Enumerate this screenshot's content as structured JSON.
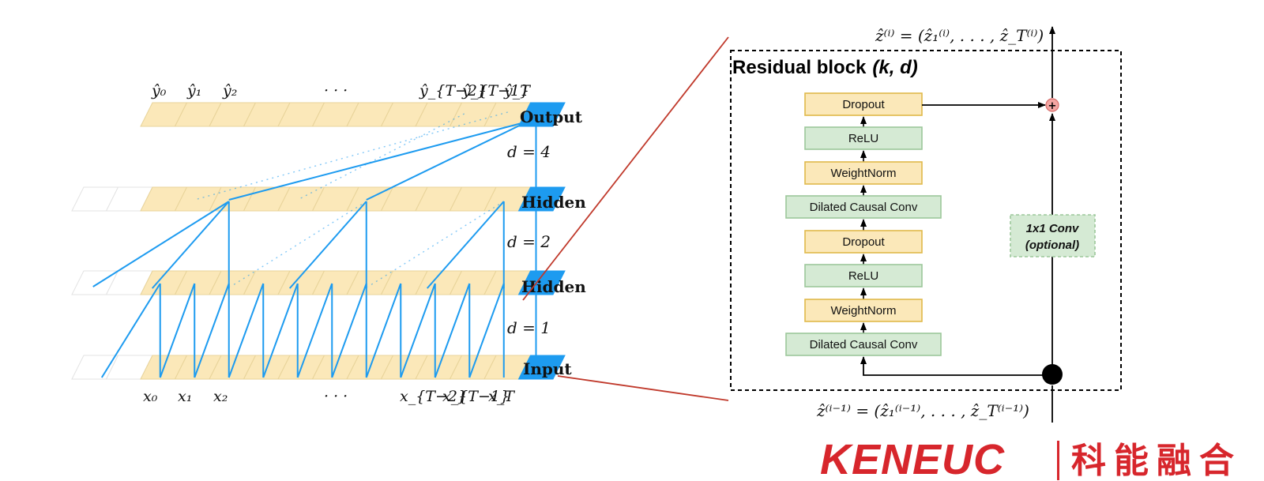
{
  "tcn": {
    "layers": {
      "output": "Output",
      "hidden_upper": "Hidden",
      "hidden_lower": "Hidden",
      "input": "Input"
    },
    "dilations": {
      "d4": "d = 4",
      "d2": "d = 2",
      "d1": "d = 1"
    },
    "top_labels": [
      "ŷ₀",
      "ŷ₁",
      "ŷ₂",
      "· · ·",
      "ŷ_{T−2}",
      "ŷ_{T−1}",
      "ŷ_T"
    ],
    "bottom_labels": [
      "x₀",
      "x₁",
      "x₂",
      "· · ·",
      "x_{T−2}",
      "x_{T−1}",
      "x_T"
    ]
  },
  "residual_block": {
    "title": "Residual block",
    "title_params": "(k, d)",
    "stack": [
      "Dropout",
      "ReLU",
      "WeightNorm",
      "Dilated Causal Conv",
      "Dropout",
      "ReLU",
      "WeightNorm",
      "Dilated Causal Conv"
    ],
    "skip_box": [
      "1x1 Conv",
      "(optional)"
    ],
    "plus_symbol": "+",
    "out_formula": "ẑ⁽ⁱ⁾ = (ẑ₁⁽ⁱ⁾, . . . , ẑ_T⁽ⁱ⁾)",
    "in_formula": "ẑ⁽ⁱ⁻¹⁾ = (ẑ₁⁽ⁱ⁻¹⁾, . . . , ẑ_T⁽ⁱ⁻¹⁾)"
  },
  "logo": {
    "brand": "KENEUC",
    "cn": "科能融合"
  },
  "colors": {
    "cell_fill": "#fbe8b9",
    "cell_stroke": "#e8d39a",
    "accent_blue": "#1d9bf0",
    "green_fill": "#d5ead4",
    "green_stroke": "#9cc79a",
    "yellow_fill": "#fbe8b9",
    "yellow_stroke": "#e0b94a",
    "brand_red": "#d7262c"
  }
}
